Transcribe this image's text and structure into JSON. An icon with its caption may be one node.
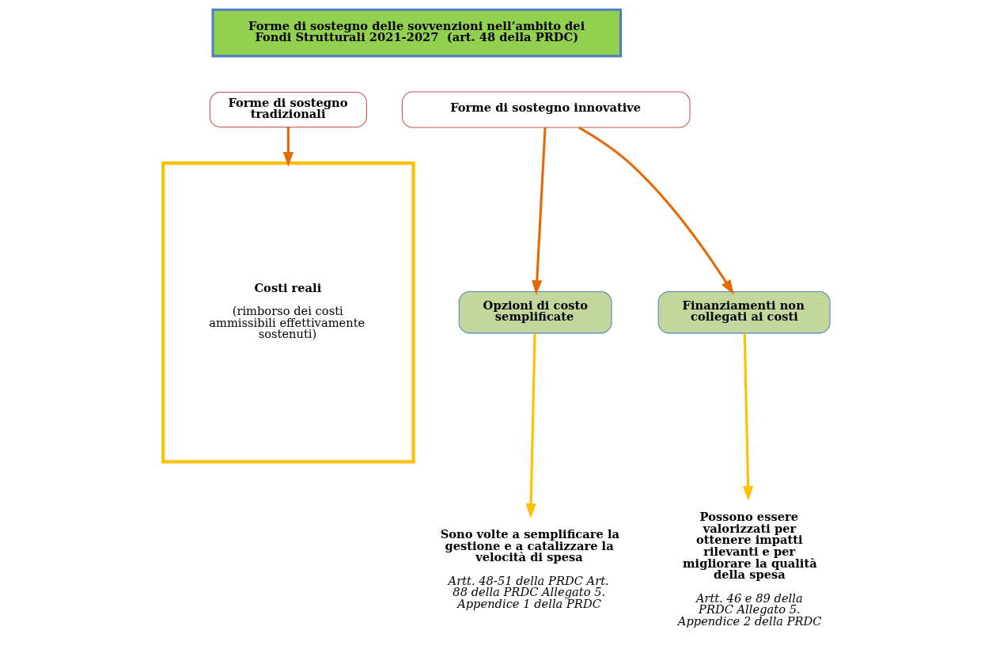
{
  "diagram": {
    "nodes": [
      {
        "text": [
          "Forme di sostegno delle sovvenzioni nell’ambito dei Fondi Strutturali 2021-2027  (art. 48 della PRDC)"
        ]
      },
      {
        "text": [
          "Forme di sostegno tradizionali"
        ]
      },
      {
        "text": [
          "Costi reali",
          "(rimborso dei costi ammissibili effettivamente sostenuti)"
        ]
      },
      {
        "text": [
          "Forme di sostegno innovative"
        ]
      },
      {
        "text": [
          "Opzioni di costo semplificate"
        ]
      },
      {
        "text": [
          "Finanziamenti non collegati ai costi"
        ]
      },
      {
        "text": [
          "Sono volte a semplificare la gestione e a catalizzare la velocità di spesa",
          "Artt. 48-51 della PRDC Art. 88 della PRDC Allegato 5. Appendice 1 della PRDC"
        ]
      },
      {
        "text": [
          "Possono essere valorizzati per ottenere impatti rilevanti e per migliorare la qualità della spesa",
          "Artt. 46 e 89 della PRDC Allegato 5. Appendice 2 della PRDC"
        ]
      }
    ],
    "edges": [
      {
        "from": 1,
        "to": 2,
        "arrow": "to"
      },
      {
        "from": 3,
        "to": 4,
        "arrow": "to"
      },
      {
        "from": 3,
        "to": 5,
        "arrow": "to"
      },
      {
        "from": 4,
        "to": 6,
        "arrow": "to",
        "color": "#ffc000"
      },
      {
        "from": 5,
        "to": 7,
        "arrow": "to",
        "color": "#ffc000"
      }
    ]
  }
}
